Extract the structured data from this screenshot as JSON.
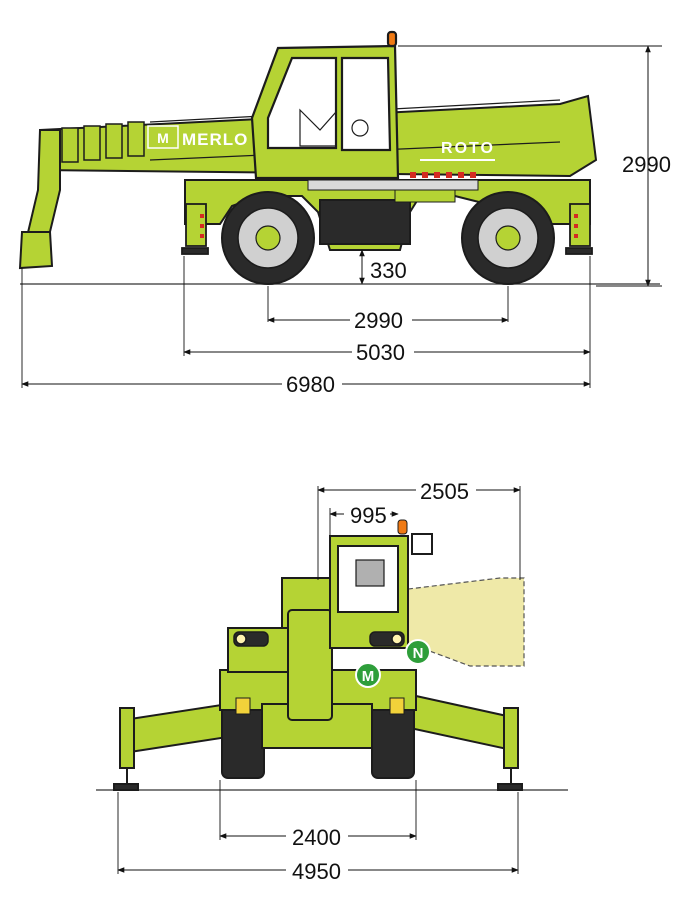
{
  "colors": {
    "body": "#b5d334",
    "outline": "#1c1c1c",
    "lens": "#fff3b0",
    "badge": "#2e9e3a",
    "beacon": "#f07a14",
    "ghost": "#efe9a8"
  },
  "side_view": {
    "brand": "MERLO",
    "model": "ROTO",
    "dimensions": {
      "height": "2990",
      "ground_clearance": "330",
      "wheelbase": "2990",
      "stabilizer_length": "5030",
      "overall_length": "6980"
    }
  },
  "front_view": {
    "dimensions": {
      "cab_offset": "995",
      "right_offset": "2505",
      "track_width": "2400",
      "stabilizer_width": "4950"
    },
    "badges": {
      "m": "M",
      "n": "N"
    }
  }
}
